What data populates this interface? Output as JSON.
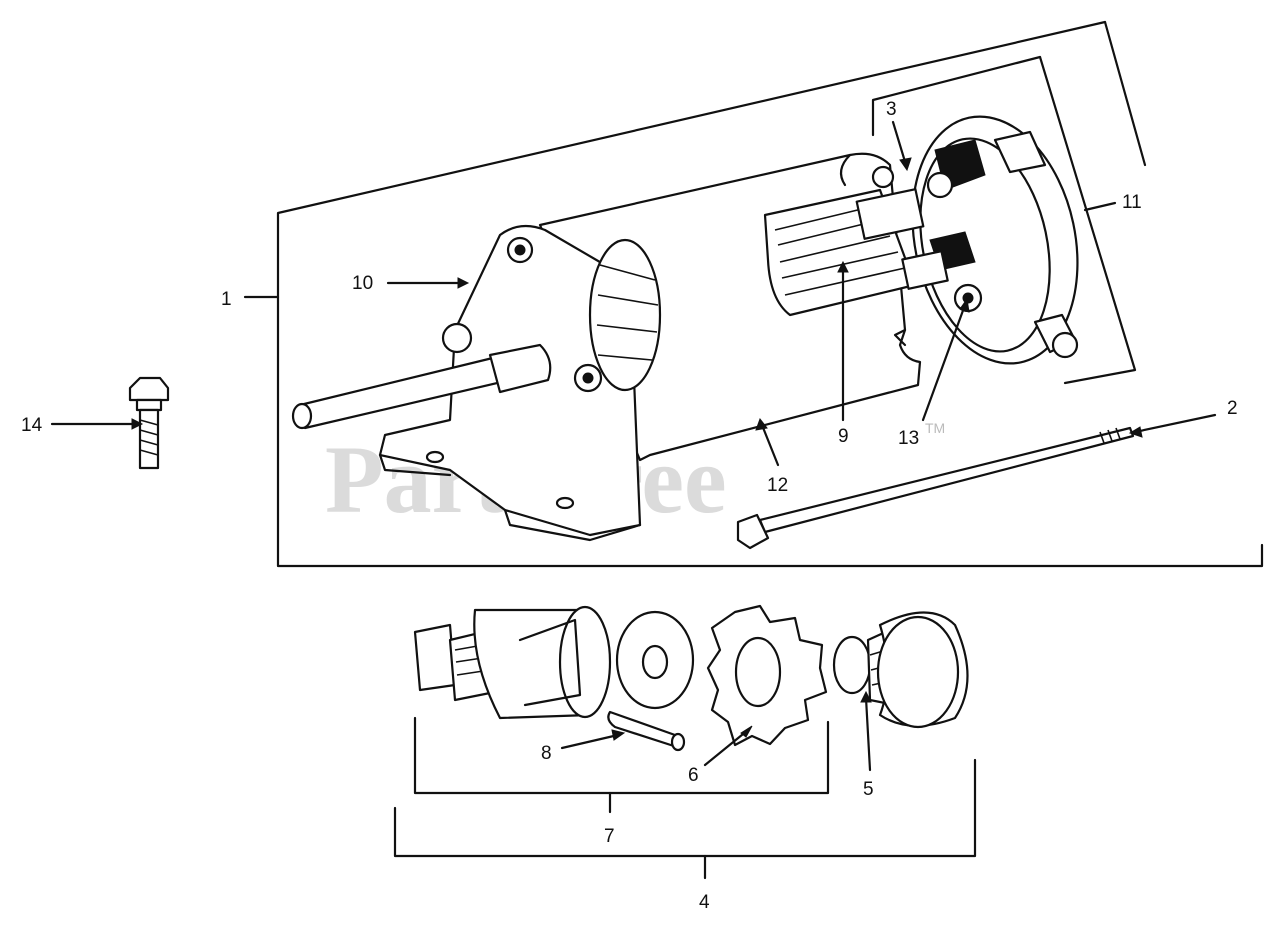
{
  "watermark": {
    "text": "PartsTree",
    "trademark": "TM"
  },
  "callouts": {
    "c1": "1",
    "c2": "2",
    "c3": "3",
    "c4": "4",
    "c5": "5",
    "c6": "6",
    "c7": "7",
    "c8": "8",
    "c9": "9",
    "c10": "10",
    "c11": "11",
    "c12": "12",
    "c13": "13",
    "c14": "14"
  }
}
